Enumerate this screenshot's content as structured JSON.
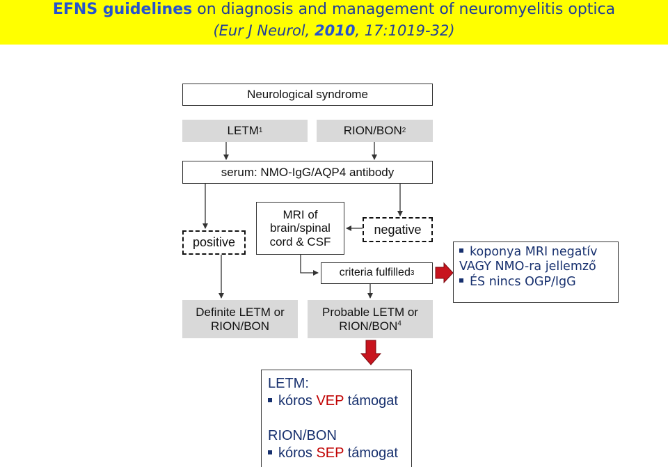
{
  "header": {
    "title_bold": "EFNS guidelines",
    "title_rest": " on diagnosis and management of neuromyelitis optica",
    "citation_prefix": "(Eur J Neurol, ",
    "citation_year": "2010",
    "citation_suffix": ", 17:1019-32)"
  },
  "flowchart": {
    "neurological_syndrome": "Neurological syndrome",
    "letm": "LETM",
    "letm_sup": "1",
    "rion": "RION/BON",
    "rion_sup": "2",
    "serum": "serum: NMO-IgG/AQP4 antibody",
    "positive": "positive",
    "mri_line1": "MRI of",
    "mri_line2": "brain/spinal",
    "mri_line3": "cord & CSF",
    "negative": "negative",
    "criteria": "criteria fulfilled",
    "criteria_sup": "3",
    "definite_line1": "Definite LETM or",
    "definite_line2": "RION/BON",
    "probable_line1": "Probable LETM or",
    "probable_line2": "RION/BON",
    "probable_sup": "4"
  },
  "side_note": {
    "item1": "koponya MRI negatív",
    "item1_cont": "VAGY NMO-ra jellemző",
    "item2": "ÉS nincs OGP/IgG"
  },
  "bottom_note": {
    "letm_heading": "LETM:",
    "letm_item_pre": "kóros ",
    "letm_item_red": "VEP",
    "letm_item_post": " támogat",
    "rion_heading": "RION/BON",
    "rion_item_pre": "kóros ",
    "rion_item_red": "SEP",
    "rion_item_post": " támogat"
  },
  "colors": {
    "header_bg": "#ffff00",
    "title_blue": "#2653ce",
    "text_blue": "#17306e",
    "highlight_red": "#c00000",
    "arrow_red": "#c8141e",
    "box_grey": "#d9d9d9"
  }
}
